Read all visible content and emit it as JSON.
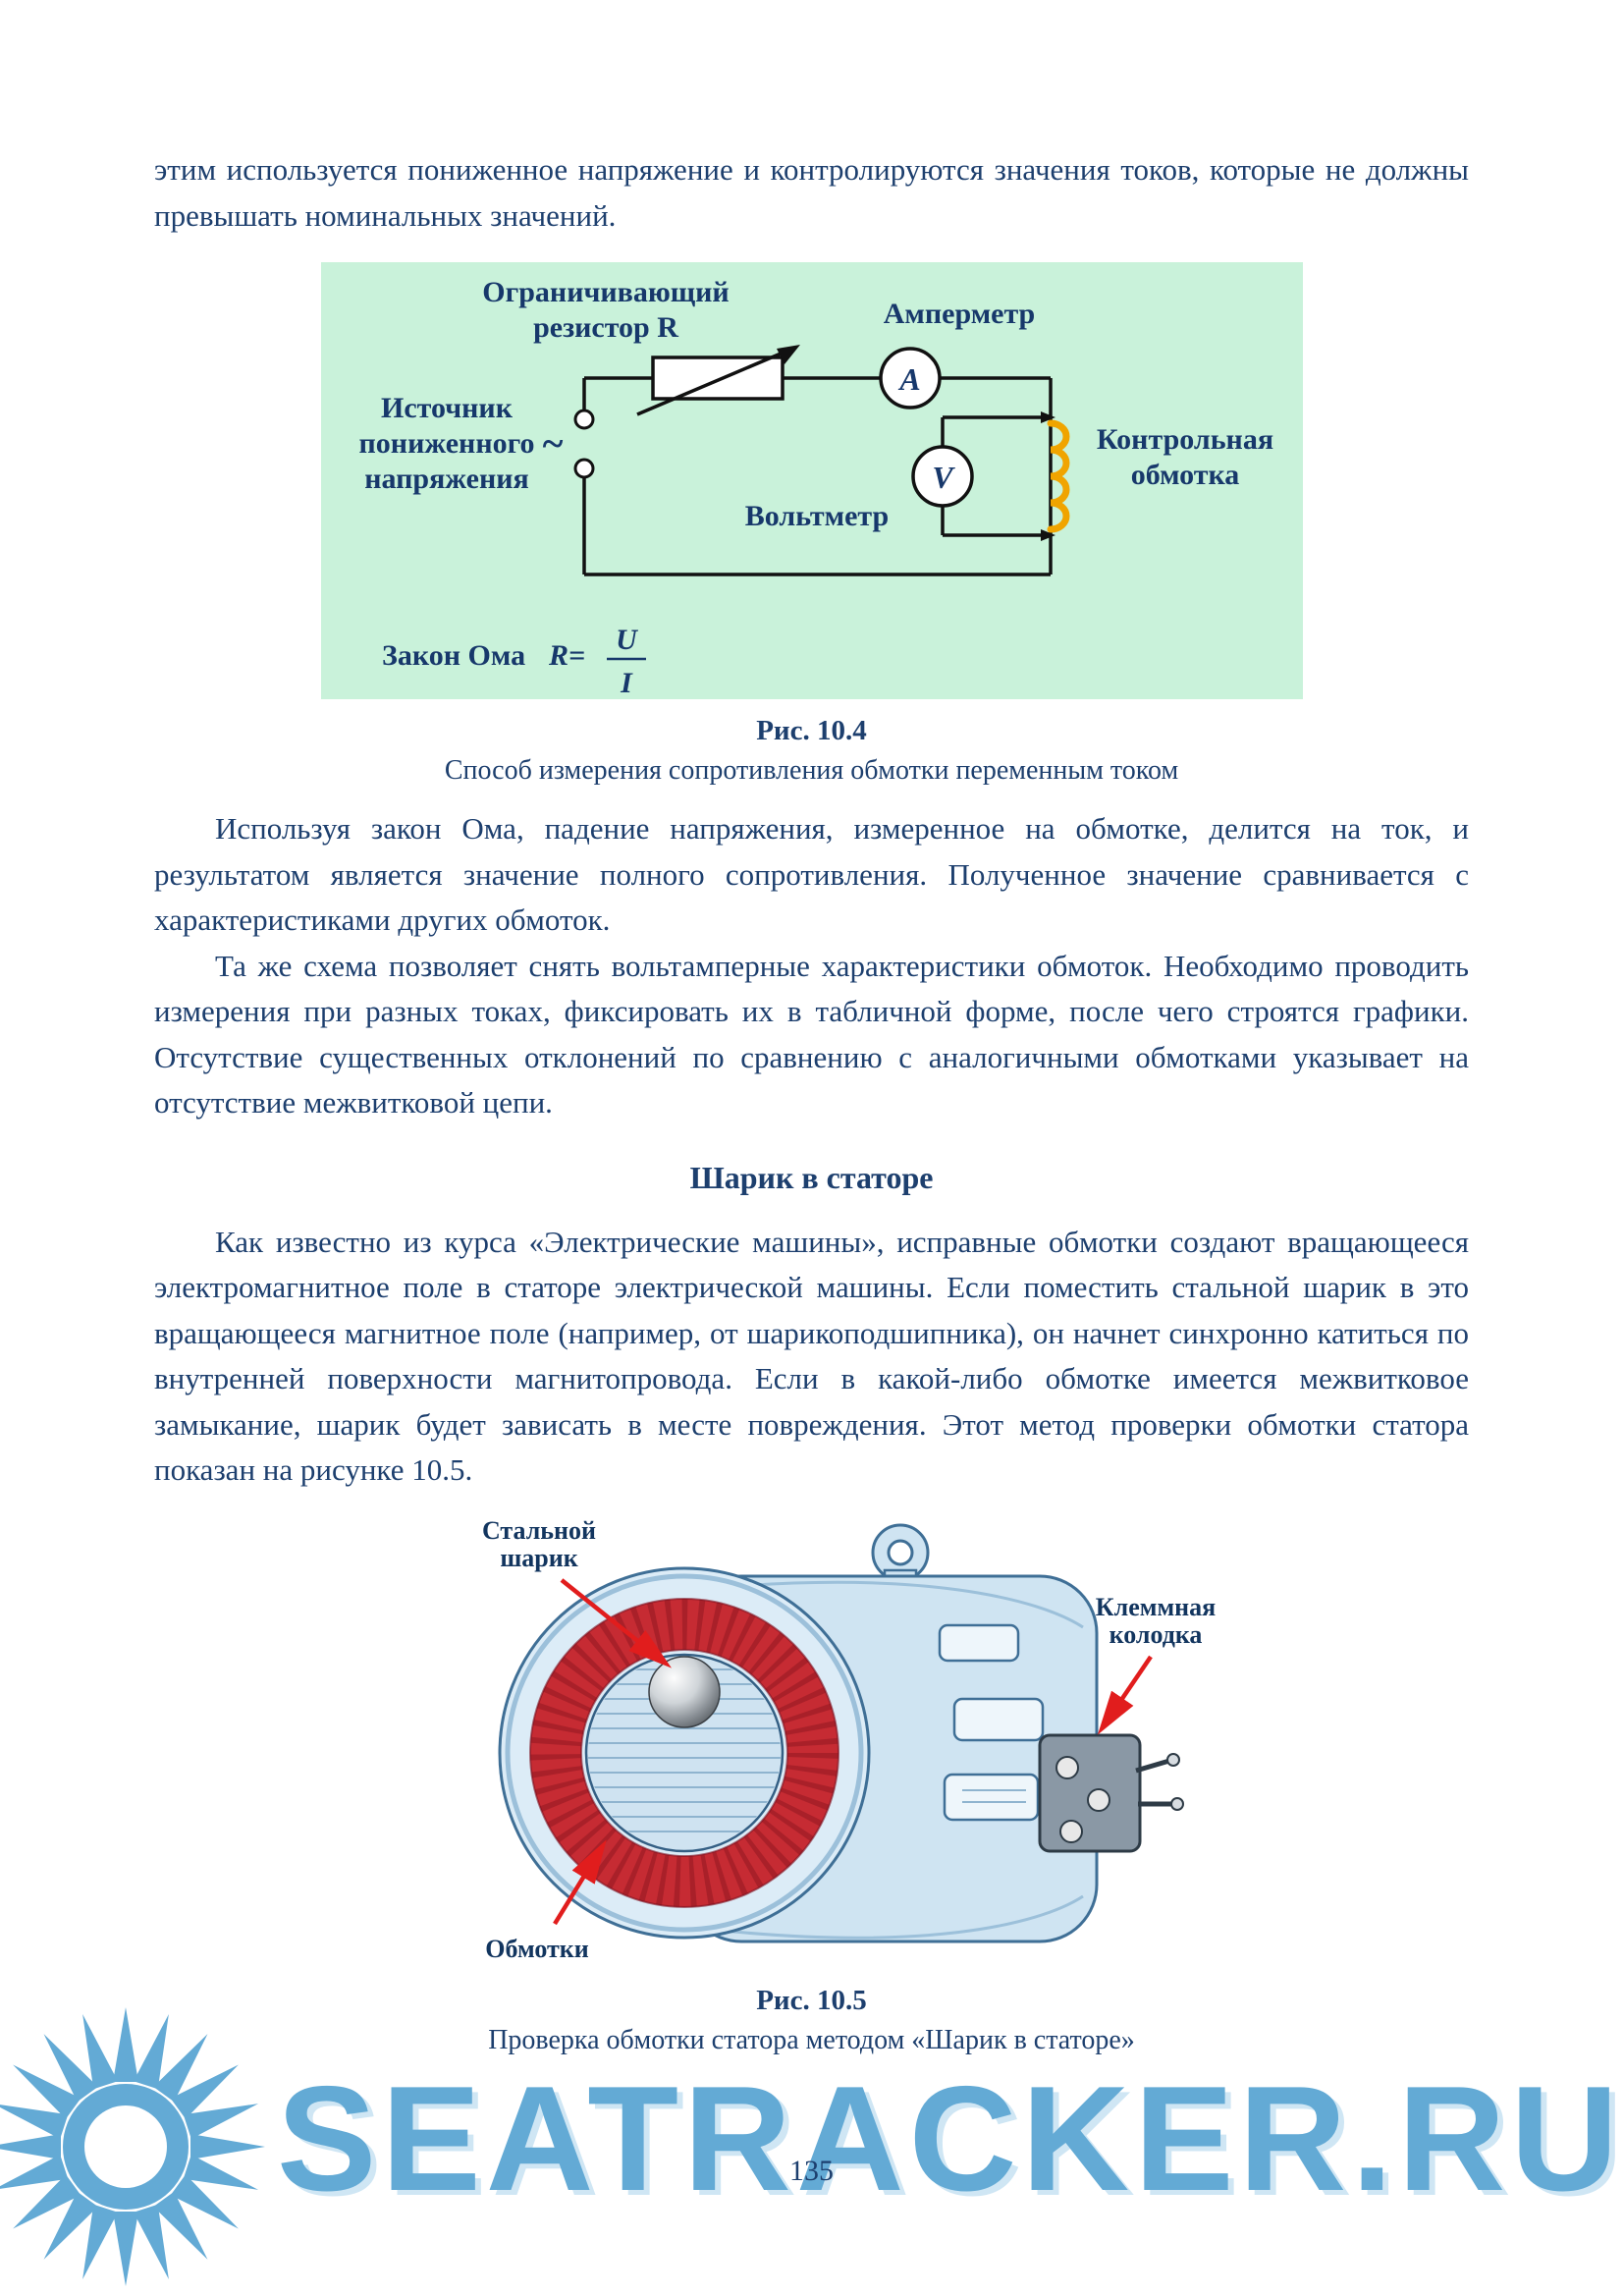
{
  "colors": {
    "text": "#1d3f6e",
    "figure_background": "#c9f2da",
    "coil_orange": "#f0a400",
    "winding_red": "#c62b33",
    "arrow_red": "#e11d1d",
    "motor_blue": "#cfe4f2",
    "watermark_blue": "#63aad5"
  },
  "page": {
    "number": "135"
  },
  "intro": {
    "text": "этим используется пониженное напряжение и контролируются значения токов, которые не должны превышать номинальных значений."
  },
  "figure_10_4": {
    "caption_number": "Рис. 10.4",
    "caption_text": "Способ измерения сопротивления обмотки переменным током",
    "labels": {
      "resistor_line1": "Ограничивающий",
      "resistor_line2": "резистор R",
      "ammeter": "Амперметр",
      "ammeter_symbol": "A",
      "source_line1": "Источник",
      "source_line2": "пониженного",
      "source_line3": "напряжения",
      "ac_symbol": "~",
      "voltmeter": "Вольтметр",
      "voltmeter_symbol": "V",
      "winding_line1": "Контрольная",
      "winding_line2": "обмотка",
      "ohm_label": "Закон Ома",
      "ohm_r": "R=",
      "ohm_u": "U",
      "ohm_i": "I"
    }
  },
  "paragraphs": {
    "p1": "Используя закон Ома, падение напряжения, измеренное на обмотке, делится на ток, и результатом является значение полного сопротивления. Полученное значение сравнивается с характеристиками других обмоток.",
    "p2": "Та же схема позволяет снять вольтамперные характеристики обмоток. Необходимо проводить измерения при разных токах, фиксировать их в табличной форме, после чего строятся графики. Отсутствие существенных отклонений по сравнению с аналогичными обмотками указывает на отсутствие межвитковой цепи."
  },
  "section": {
    "heading": "Шарик в статоре",
    "body": "Как известно из курса «Электрические машины», исправные обмотки создают вращающееся электромагнитное поле в статоре электрической машины. Если поместить стальной шарик в это вращающееся магнитное поле (например, от шарикоподшипника), он начнет синхронно катиться по внутренней поверхности магнитопровода. Если в какой-либо обмотке имеется межвитковое замыкание, шарик будет зависать в месте повреждения. Этот метод проверки обмотки статора показан на рисунке 10.5."
  },
  "figure_10_5": {
    "caption_number": "Рис. 10.5",
    "caption_text": "Проверка обмотки статора методом «Шарик в статоре»",
    "labels": {
      "ball_line1": "Стальной",
      "ball_line2": "шарик",
      "terminal_line1": "Клеммная",
      "terminal_line2": "колодка",
      "windings": "Обмотки"
    }
  },
  "watermark": {
    "text": "SEATRACKER.RU",
    "logo": "sun-logo"
  }
}
